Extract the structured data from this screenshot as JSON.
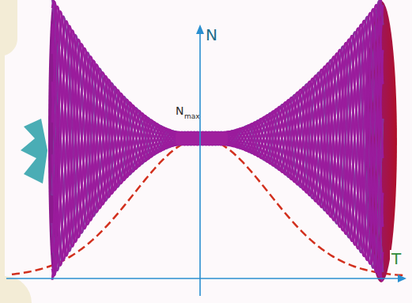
{
  "diagram": {
    "labels": [
      "N",
      "N",
      "max",
      "T"
    ]
  }
}
